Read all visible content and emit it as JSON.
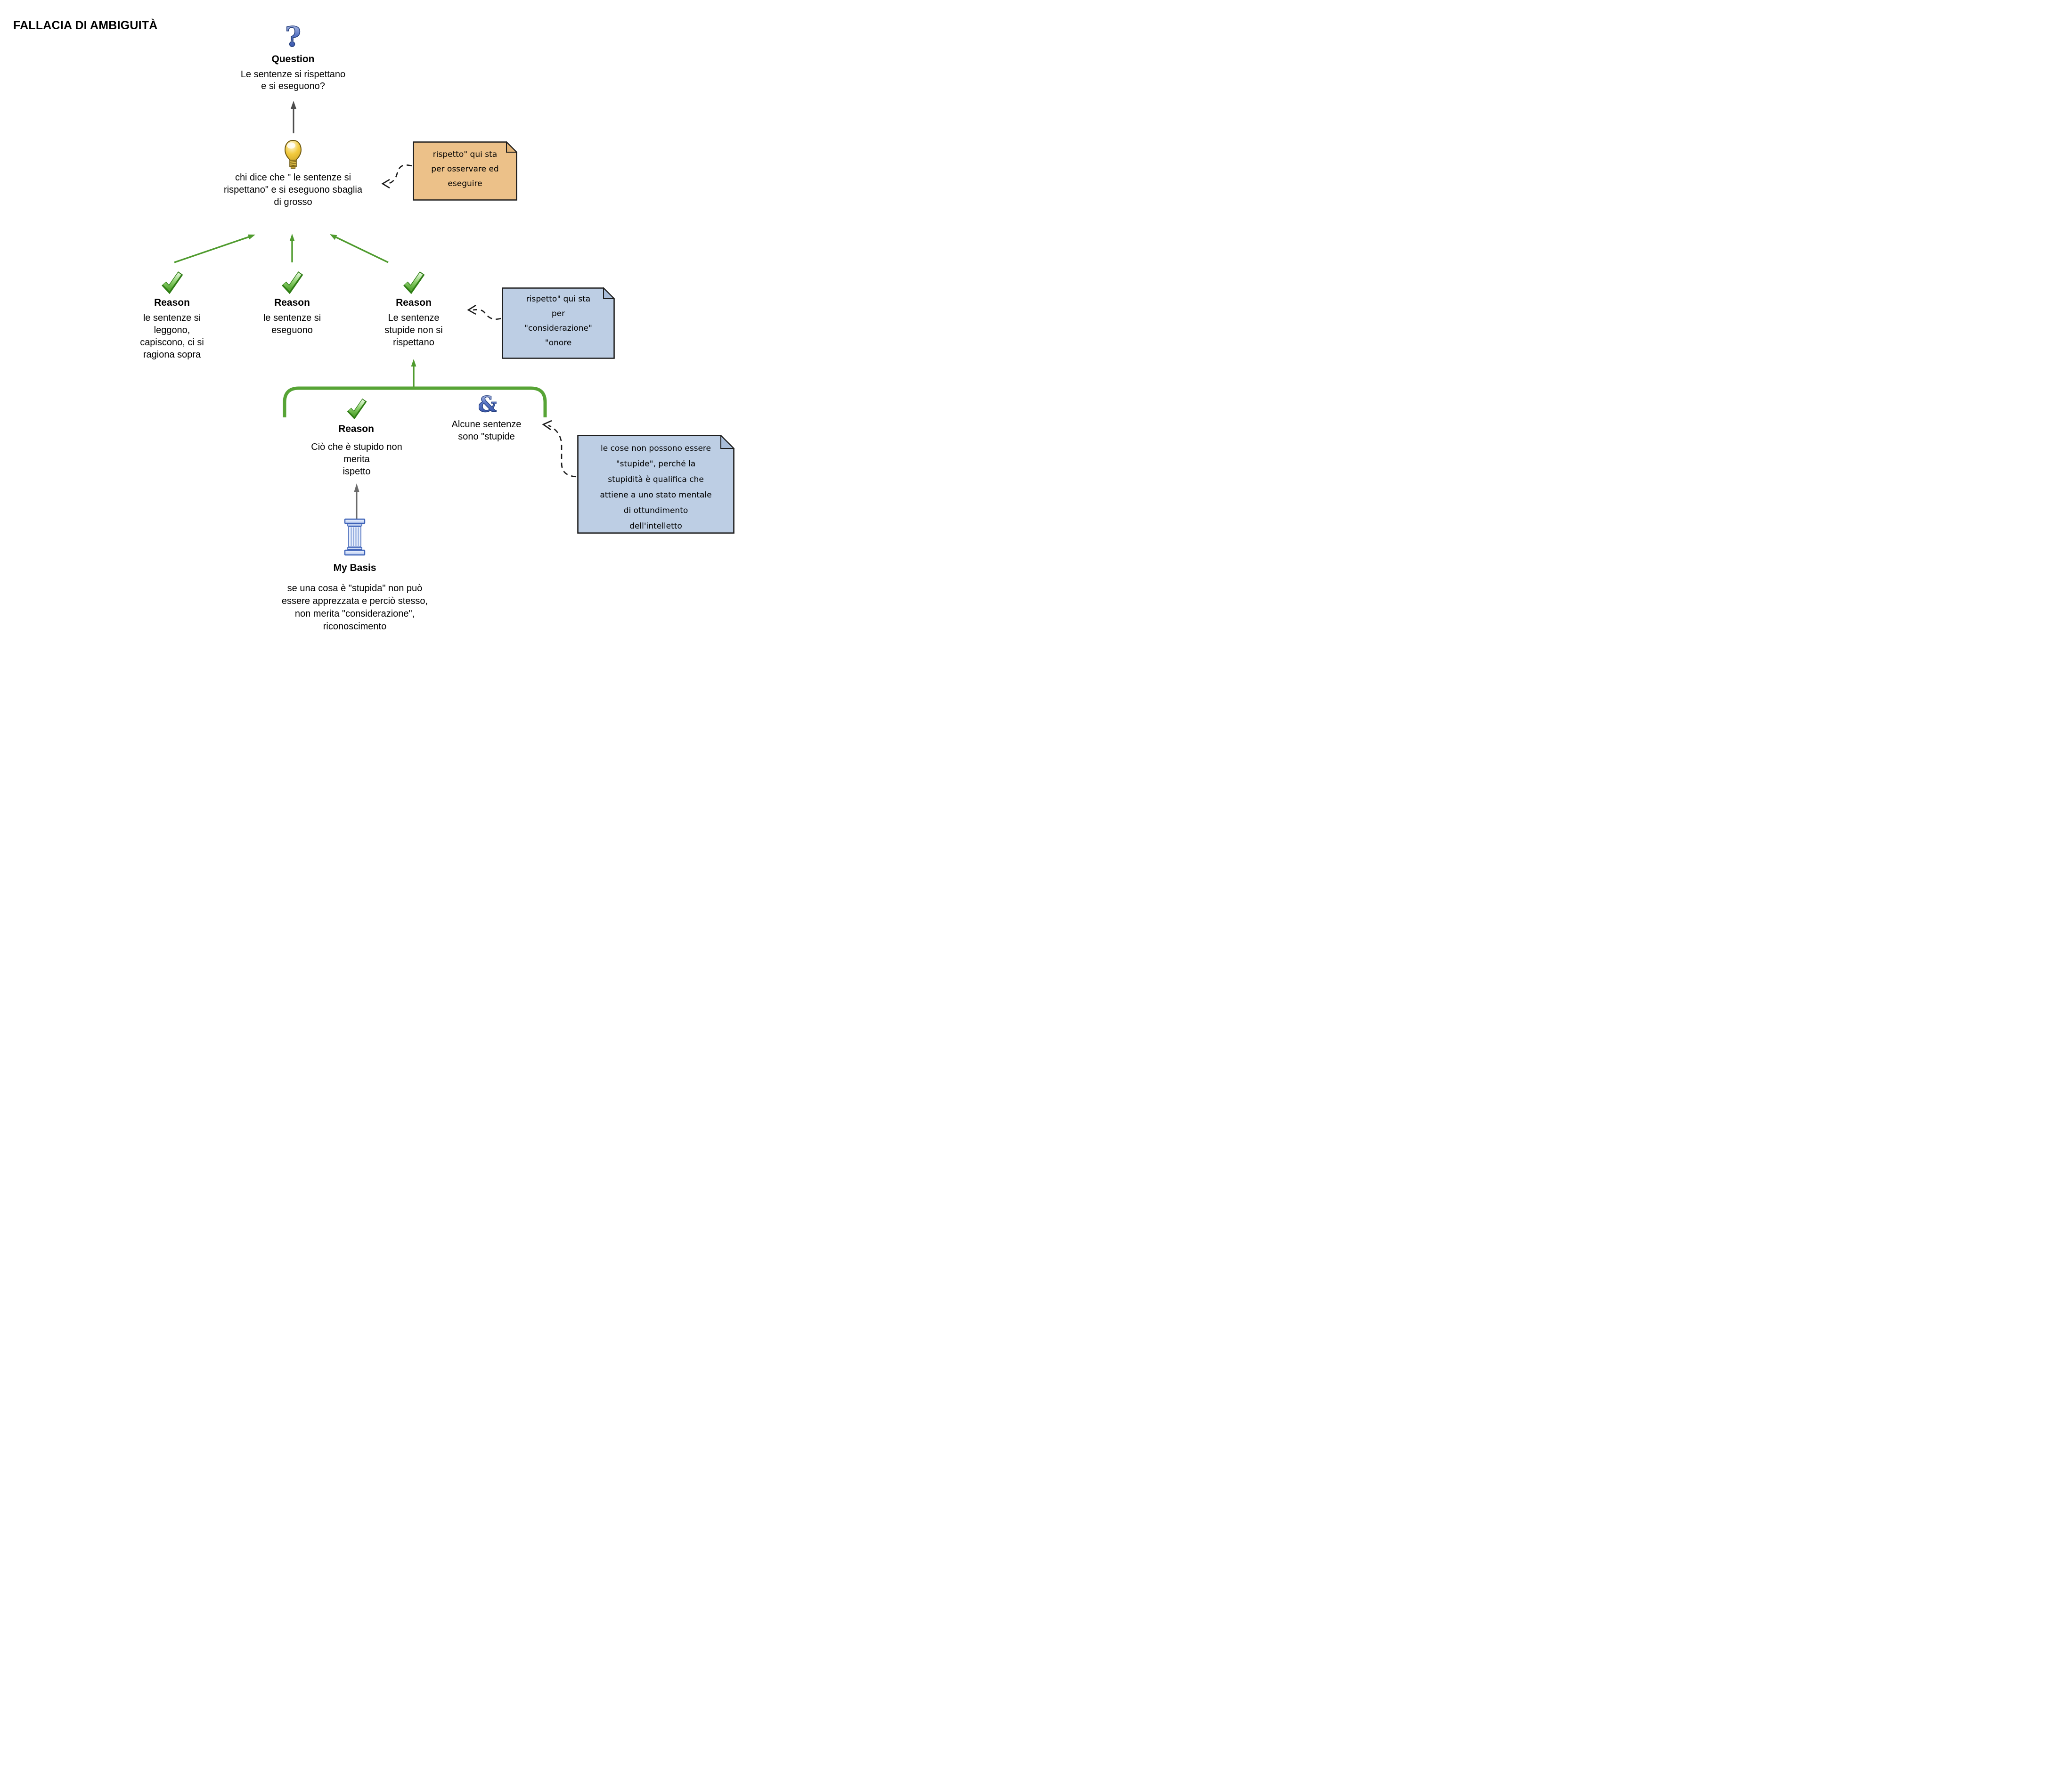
{
  "title": "FALLACIA DI AMBIGUITÀ",
  "question": {
    "label": "Question",
    "lines": [
      "Le sentenze si rispettano",
      "e si eseguono?"
    ],
    "icon": "question-mark-icon"
  },
  "contention": {
    "lines": [
      "chi dice che \" le sentenze si",
      "rispettano\" e si eseguono sbaglia",
      "di grosso"
    ],
    "icon": "lightbulb-icon"
  },
  "reasons": [
    {
      "label": "Reason",
      "lines": [
        "le sentenze si",
        "leggono,",
        "capiscono, ci si",
        "ragiona sopra"
      ],
      "icon": "check-icon"
    },
    {
      "label": "Reason",
      "lines": [
        "le sentenze si",
        "eseguono"
      ],
      "icon": "check-icon"
    },
    {
      "label": "Reason",
      "lines": [
        "Le sentenze",
        "stupide non si",
        "rispettano"
      ],
      "icon": "check-icon"
    }
  ],
  "grouped": {
    "reason": {
      "label": "Reason",
      "lines": [
        "Ciò che è stupido non",
        "merita",
        "ispetto"
      ],
      "icon": "check-icon"
    },
    "and": {
      "lines": [
        "Alcune sentenze",
        "sono \"stupide"
      ],
      "icon": "ampersand-icon"
    }
  },
  "basis": {
    "label": "My Basis",
    "lines": [
      "se una cosa è \"stupida\" non può",
      "essere apprezzata e perciò stesso,",
      "non merita \"considerazione\",",
      "riconoscimento"
    ],
    "icon": "pillar-icon"
  },
  "notes": {
    "orange": {
      "lines": [
        "rispetto\" qui sta",
        "per osservare ed",
        "eseguire"
      ],
      "color": "#ECC189"
    },
    "blue1": {
      "lines": [
        "rispetto\" qui sta",
        "per",
        "\"considerazione\"",
        "\"onore"
      ],
      "color": "#BDCEE4"
    },
    "blue2": {
      "lines": [
        "le cose non possono essere",
        "\"stupide\", perché la",
        "stupidità è qualifica che",
        "attiene a uno stato mentale",
        "di ottundimento",
        "dell'intelletto"
      ],
      "color": "#BDCEE4"
    }
  },
  "colors": {
    "green_arrow": "#4F9B2E",
    "bracket_green": "#57A436",
    "gray_arrow": "#4D4D4D",
    "note_orange": "#ECC189",
    "note_blue": "#BDCEE4",
    "icon_blue": "#4A68BD",
    "bulb_gold": "#F2CA3E",
    "check_green": "#66B844"
  }
}
